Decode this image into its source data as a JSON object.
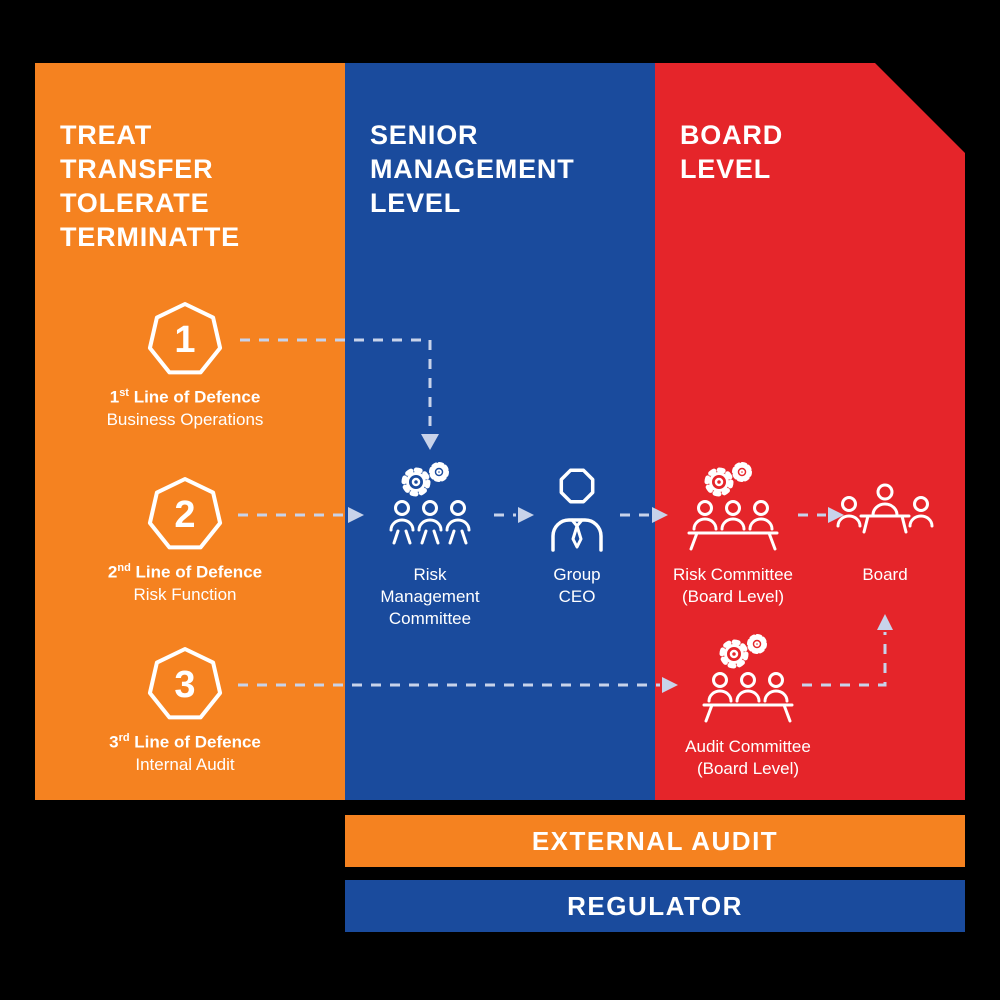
{
  "diagram": {
    "columns": {
      "actions": {
        "title": "TREAT\nTRANSFER\nTOLERATE\nTERMINATTE"
      },
      "senior_management": {
        "title": "SENIOR\nMANAGEMENT\nLEVEL"
      },
      "board_level": {
        "title": "BOARD\nLEVEL"
      }
    },
    "lines_of_defence": [
      {
        "number": "1",
        "ordinal_suffix": "st",
        "title_rest": " Line of Defence",
        "subtitle": "Business Operations"
      },
      {
        "number": "2",
        "ordinal_suffix": "nd",
        "title_rest": " Line of Defence",
        "subtitle": "Risk Function"
      },
      {
        "number": "3",
        "ordinal_suffix": "rd",
        "title_rest": " Line of Defence",
        "subtitle": "Internal Audit"
      }
    ],
    "nodes": {
      "risk_management_committee": {
        "label": "Risk\nManagement\nCommittee"
      },
      "group_ceo": {
        "label": "Group\nCEO"
      },
      "risk_committee": {
        "label": "Risk Committee\n(Board Level)"
      },
      "board": {
        "label": "Board"
      },
      "audit_committee": {
        "label": "Audit Committee\n(Board Level)"
      }
    },
    "bars": {
      "external_audit": "EXTERNAL AUDIT",
      "regulator": "REGULATOR"
    },
    "colors": {
      "orange": "#F58220",
      "blue": "#1A4B9D",
      "red": "#E5252A",
      "arrow": "#C8D3EA",
      "background": "#000000",
      "text": "#FFFFFF"
    }
  }
}
